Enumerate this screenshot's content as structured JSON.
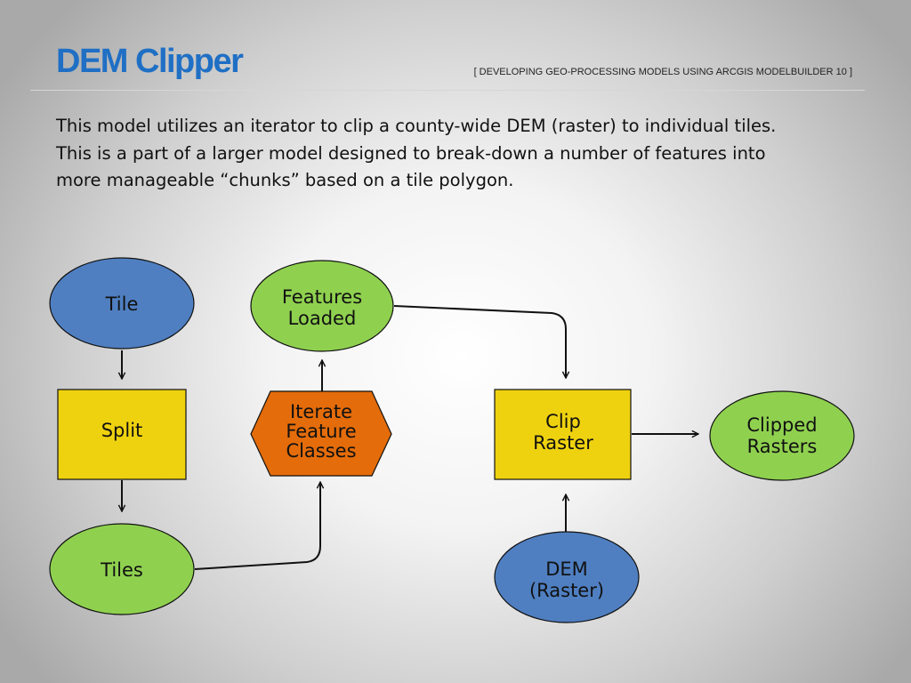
{
  "slide": {
    "title": "DEM Clipper",
    "subtitle": "[ DEVELOPING GEO-PROCESSING MODELS USING ARCGIS MODELBUILDER 10 ]",
    "intro_lines": [
      "This model utilizes an iterator to clip a county-wide DEM (raster) to individual tiles.",
      "This is a part of a larger model designed to break-down a number of features into",
      "more manageable “chunks” based on a tile polygon."
    ]
  },
  "colors": {
    "title": "#1f6fc5",
    "input_blue": "#4f7fc1",
    "process_yellow": "#efd20f",
    "output_green": "#8fd14f",
    "iterator_orange": "#e46c0a"
  },
  "nodes": {
    "tile": {
      "lines": [
        "Tile"
      ],
      "kind": "input"
    },
    "split": {
      "lines": [
        "Split"
      ],
      "kind": "process"
    },
    "tiles": {
      "lines": [
        "Tiles"
      ],
      "kind": "output"
    },
    "iterate": {
      "lines": [
        "Iterate",
        "Feature",
        "Classes"
      ],
      "kind": "iterator"
    },
    "features_loaded": {
      "lines": [
        "Features",
        "Loaded"
      ],
      "kind": "output"
    },
    "clip_raster": {
      "lines": [
        "Clip",
        "Raster"
      ],
      "kind": "process"
    },
    "clipped_rasters": {
      "lines": [
        "Clipped",
        "Rasters"
      ],
      "kind": "output"
    },
    "dem": {
      "lines": [
        "DEM",
        "(Raster)"
      ],
      "kind": "input"
    }
  },
  "edges": [
    {
      "from": "tile",
      "to": "split"
    },
    {
      "from": "split",
      "to": "tiles"
    },
    {
      "from": "tiles",
      "to": "iterate"
    },
    {
      "from": "iterate",
      "to": "features_loaded"
    },
    {
      "from": "features_loaded",
      "to": "clip_raster"
    },
    {
      "from": "clip_raster",
      "to": "clipped_rasters"
    },
    {
      "from": "dem",
      "to": "clip_raster"
    }
  ]
}
